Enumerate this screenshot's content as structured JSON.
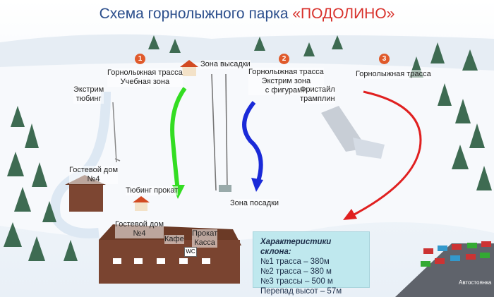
{
  "title": {
    "main": "Схема горнолыжного парка ",
    "brand": "«ПОДОЛИНО»"
  },
  "markers": [
    {
      "num": "1"
    },
    {
      "num": "2"
    },
    {
      "num": "3"
    }
  ],
  "labels": {
    "trail1": "Горнолыжная трасса",
    "trail1_sub": "Учебная зона",
    "drop_zone": "Зона высадки",
    "trail2": "Горнолыжная трасса",
    "trail2_sub1": "Экстрим зона",
    "trail2_sub2": "с фигурами",
    "trail3": "Горнолыжная трасса",
    "tubing1": "Экстрим",
    "tubing2": "тюбинг",
    "freestyle1": "Фристайл",
    "freestyle2": "трамплин",
    "guest_house_1a": "Гостевой дом",
    "guest_house_1b": "№4",
    "tubing_rent": "Тюбинг прокат",
    "guest_house_2a": "Гостевой дом",
    "guest_house_2b": "№4",
    "cafe": "Кафе",
    "rent": "Прокат",
    "kassa": "Касса",
    "boarding_zone": "Зона посадки",
    "wc": "WC",
    "parking": "Автостоянка"
  },
  "info": {
    "heading": "Характеристики склона:",
    "lines": [
      "№1 трасса – 380м",
      "№2 трасса – 380 м",
      "№3 трассы – 500 м",
      "Перепад высот – 57м"
    ]
  },
  "colors": {
    "trail1_arrow": "#33dd22",
    "trail2_arrow": "#1a2ad8",
    "trail3_arrow": "#e02020",
    "marker": "#e05a2b",
    "building_roof": "#6b3a26",
    "info_bg": "#bfe8ee",
    "title": "#2b4e8c",
    "brand": "#d8302a"
  }
}
